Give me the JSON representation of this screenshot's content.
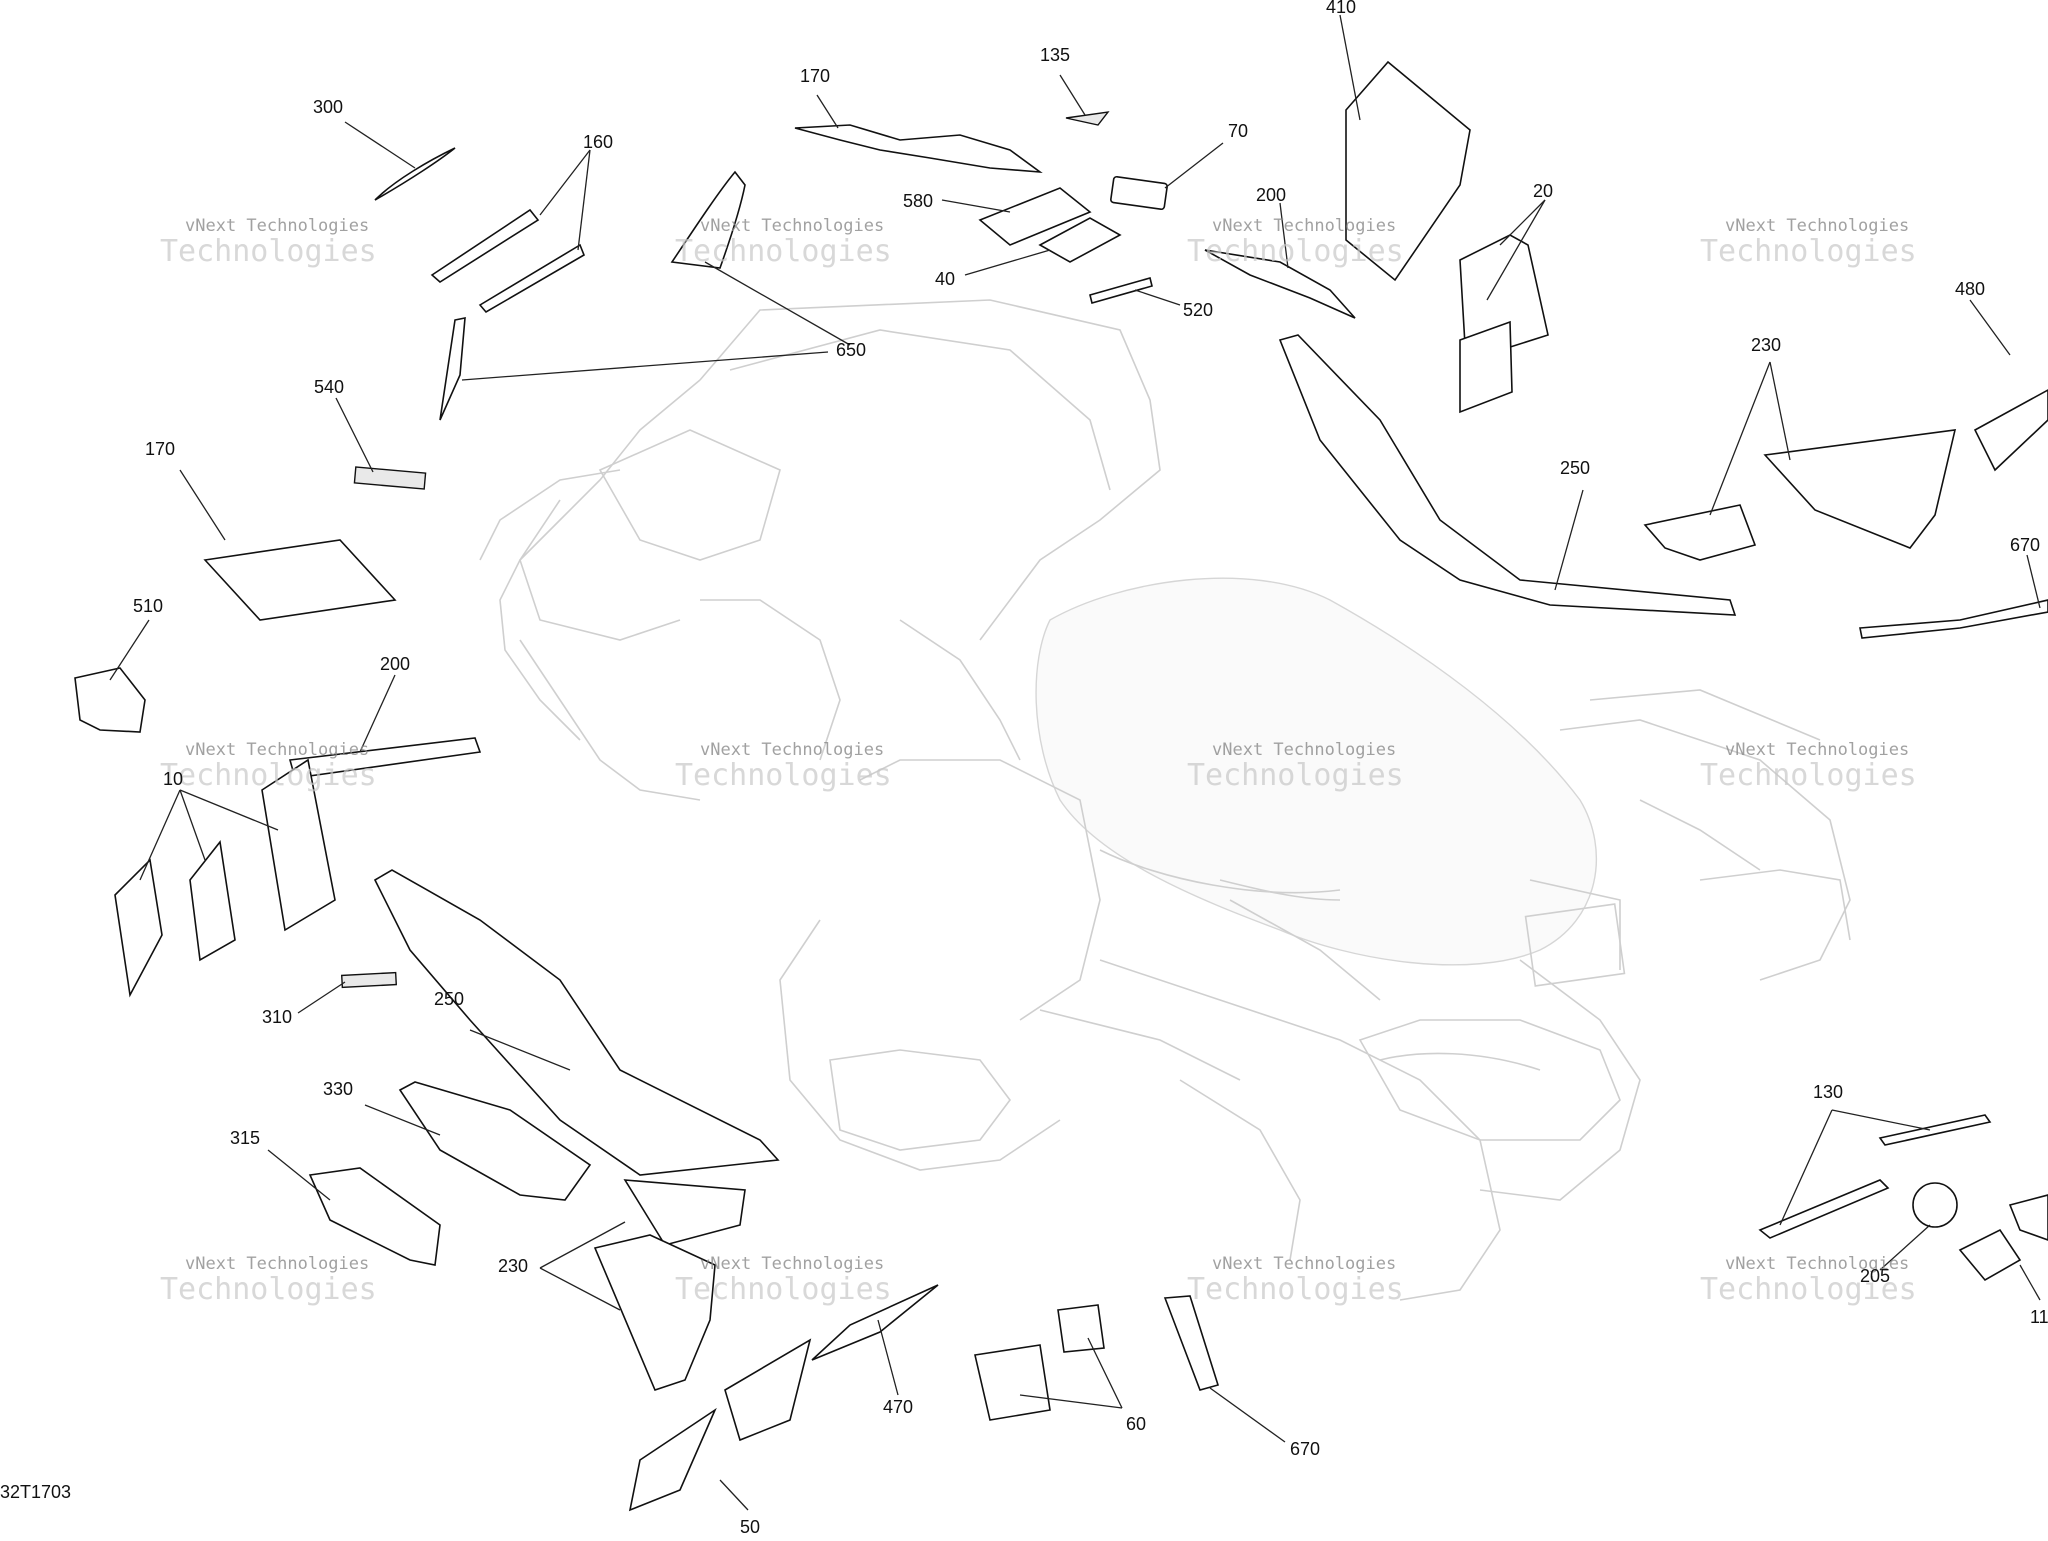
{
  "drawing_number": "32T1703",
  "watermark": {
    "line1": "vNext Technologies",
    "line2": "Technologies"
  },
  "callouts": [
    {
      "id": "c300",
      "text": "300"
    },
    {
      "id": "c160",
      "text": "160"
    },
    {
      "id": "c170a",
      "text": "170"
    },
    {
      "id": "c135",
      "text": "135"
    },
    {
      "id": "c410",
      "text": "410"
    },
    {
      "id": "c70",
      "text": "70"
    },
    {
      "id": "c580",
      "text": "580"
    },
    {
      "id": "c40",
      "text": "40"
    },
    {
      "id": "c520",
      "text": "520"
    },
    {
      "id": "c200a",
      "text": "200"
    },
    {
      "id": "c20",
      "text": "20"
    },
    {
      "id": "c480",
      "text": "480"
    },
    {
      "id": "c650",
      "text": "650"
    },
    {
      "id": "c540",
      "text": "540"
    },
    {
      "id": "c170b",
      "text": "170"
    },
    {
      "id": "c230a",
      "text": "230"
    },
    {
      "id": "c250a",
      "text": "250"
    },
    {
      "id": "c670a",
      "text": "670"
    },
    {
      "id": "c510",
      "text": "510"
    },
    {
      "id": "c200b",
      "text": "200"
    },
    {
      "id": "c10",
      "text": "10"
    },
    {
      "id": "c310",
      "text": "310"
    },
    {
      "id": "c250b",
      "text": "250"
    },
    {
      "id": "c330",
      "text": "330"
    },
    {
      "id": "c315",
      "text": "315"
    },
    {
      "id": "c230b",
      "text": "230"
    },
    {
      "id": "c470",
      "text": "470"
    },
    {
      "id": "c60",
      "text": "60"
    },
    {
      "id": "c670b",
      "text": "670"
    },
    {
      "id": "c50",
      "text": "50"
    },
    {
      "id": "c130",
      "text": "130"
    },
    {
      "id": "c205",
      "text": "205"
    },
    {
      "id": "c11",
      "text": "11"
    }
  ]
}
